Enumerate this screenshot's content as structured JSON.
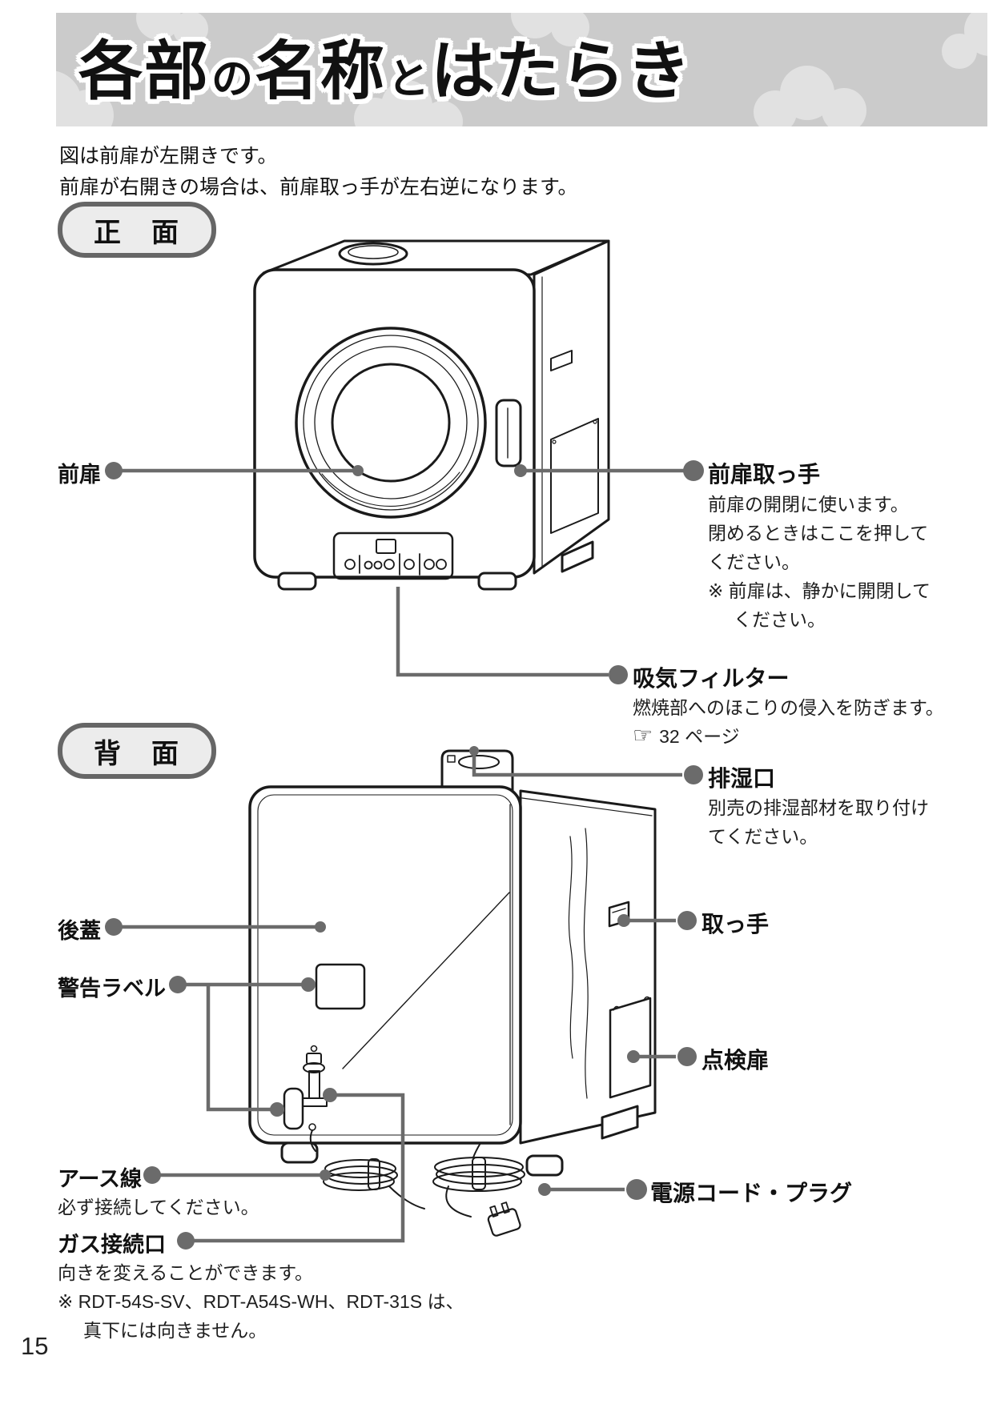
{
  "page": {
    "number": "15"
  },
  "colors": {
    "banner_bg": "#cbcbcb",
    "banner_cloud": "#e1e1e1",
    "leader_line": "#6b6b6b",
    "badge_border": "#666666",
    "badge_bg": "#ececec"
  },
  "header": {
    "title_parts": {
      "p1": "各部",
      "p2": "の",
      "p3": "名称",
      "p4": "と",
      "p5": "はたらき"
    }
  },
  "intro": {
    "line1": "図は前扉が左開きです。",
    "line2": "前扉が右開きの場合は、前扉取っ手が左右逆になります。"
  },
  "front_section": {
    "badge": "正　面",
    "labels": {
      "front_door": "前扉",
      "front_door_handle": "前扉取っ手",
      "handle_desc_1": "前扉の開閉に使います。",
      "handle_desc_2": "閉めるときはここを押して",
      "handle_desc_3": "ください。",
      "handle_note_1": "※ 前扉は、静かに開閉して",
      "handle_note_2": "ください。",
      "intake_filter": "吸気フィルター",
      "intake_desc": "燃焼部へのほこりの侵入を防ぎます。",
      "intake_ref_icon": "☞",
      "intake_ref": "32 ページ"
    }
  },
  "back_section": {
    "badge": "背　面",
    "labels": {
      "vent": "排湿口",
      "vent_desc_1": "別売の排湿部材を取り付け",
      "vent_desc_2": "てください。",
      "back_cover": "後蓋",
      "warning_label": "警告ラベル",
      "handle": "取っ手",
      "inspection_door": "点検扉",
      "earth_wire": "アース線",
      "earth_desc": "必ず接続してください。",
      "gas_inlet": "ガス接続口",
      "gas_desc": "向きを変えることができます。",
      "gas_note_1": "※ RDT-54S-SV、RDT-A54S-WH、RDT-31S は、",
      "gas_note_2": "真下には向きません。",
      "power_cord": "電源コード・プラグ"
    }
  }
}
